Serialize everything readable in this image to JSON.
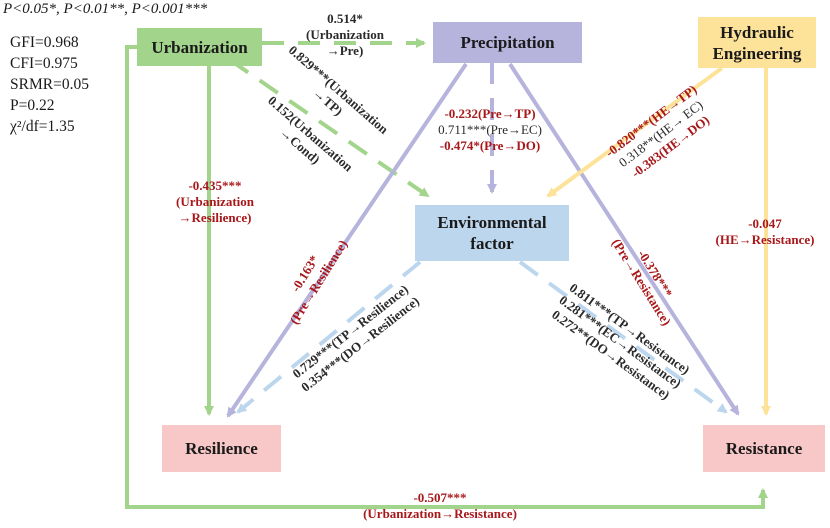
{
  "significance": "P<0.05*, P<0.01**, P<0.001***",
  "fit_indices": [
    "GFI=0.968",
    "CFI=0.975",
    "SRMR=0.05",
    "P=0.22",
    "χ²/df=1.35"
  ],
  "nodes": {
    "urbanization": "Urbanization",
    "precipitation": "Precipitation",
    "hydraulic_line1": "Hydraulic",
    "hydraulic_line2": "Engineering",
    "environmental_line1": "Environmental",
    "environmental_line2": "factor",
    "resilience": "Resilience",
    "resistance": "Resistance"
  },
  "colors": {
    "urbanization": "#a3d48c",
    "precipitation": "#b6b3dc",
    "hydraulic": "#fde29a",
    "environmental": "#bcd6ee",
    "outcome": "#f8c8c8",
    "significant_text": "#a8171a",
    "text": "#2a2a2a"
  },
  "paths": {
    "urb_pre": [
      "0.514*",
      "(Urbanization",
      "→Pre)"
    ],
    "urb_env": [
      "0.829***(Urbanization",
      "→TP)"
    ],
    "urb_env_cond": [
      "0.152(Urbanization",
      "→Cond)"
    ],
    "urb_res": [
      "-0.435***",
      "(Urbanization",
      "→Resilience)"
    ],
    "pre_env": [
      "-0.232(Pre→TP)",
      "0.711***(Pre→EC)",
      "-0.474*(Pre→DO)"
    ],
    "he_env": [
      "-0.820***(HE→TP)",
      "0.318**(HE→ EC)",
      "-0.383(HE→DO)"
    ],
    "he_rst": [
      "-0.047",
      "(HE→Resistance)"
    ],
    "pre_res": [
      "-0.163*",
      "(Pre→Resilience)"
    ],
    "pre_rst": [
      "-0.378***",
      "(Pre→Resistance)"
    ],
    "env_res": [
      "0.729***(TP→Resilience)",
      "0.354***(DO→Resilience)"
    ],
    "env_rst": [
      "0.811***(TP→Resistance)",
      "0.281***(EC→Resistance)",
      "0.272**(DO→Resistance)"
    ],
    "urb_rst": [
      "-0.507***",
      "(Urbanization→Resistance)"
    ]
  }
}
